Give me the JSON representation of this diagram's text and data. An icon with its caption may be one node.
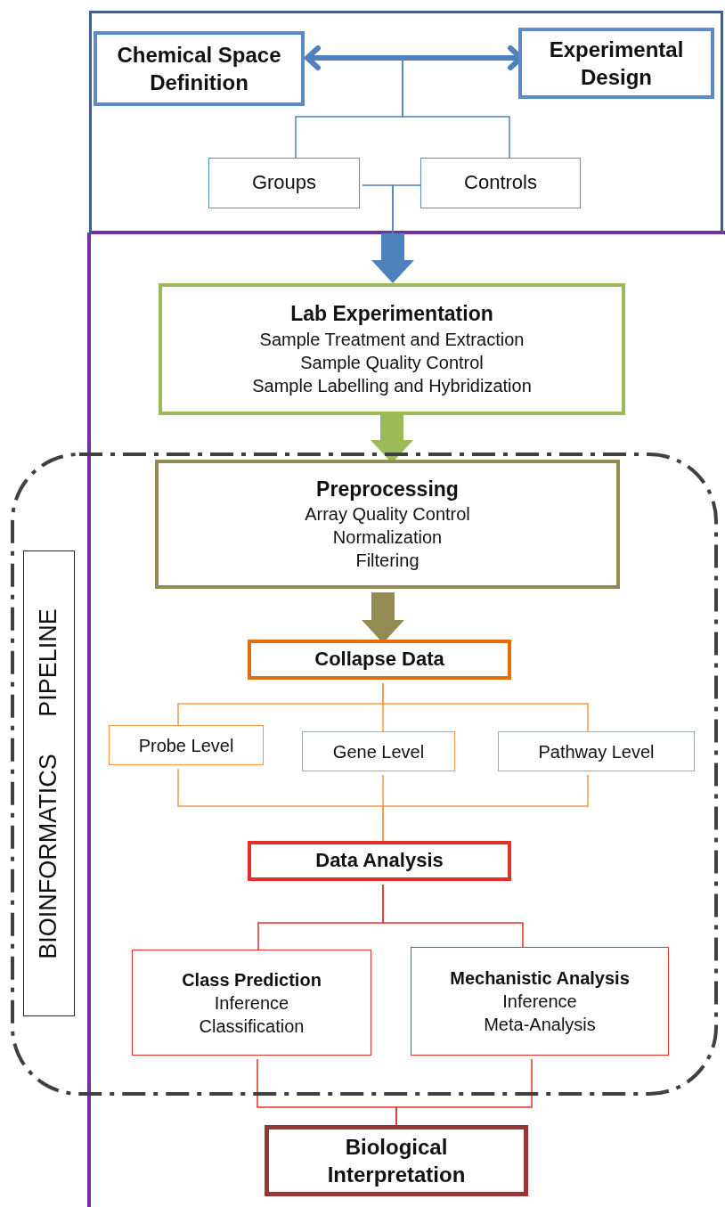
{
  "diagram": {
    "nodes": [
      {
        "text": [],
        "shape": "box"
      },
      {
        "text": [
          "Chemical Space Definition"
        ],
        "in": 0
      },
      {
        "text": [
          "Experimental Design"
        ],
        "in": 0
      },
      {
        "text": [
          "Groups"
        ],
        "in": 0
      },
      {
        "text": [
          "Controls"
        ],
        "in": 0
      },
      {
        "text": [
          "Lab Experimentation",
          "Sample Treatment and Extraction",
          "Sample Quality Control",
          "Sample Labelling and Hybridization"
        ]
      },
      {
        "text": [],
        "shape": "box"
      },
      {
        "text": [
          "BIOINFORMATICS PIPELINE"
        ],
        "in": 6
      },
      {
        "text": [
          "Preprocessing",
          "Array Quality Control",
          "Normalization",
          "Filtering"
        ],
        "in": 6
      },
      {
        "text": [
          "Collapse Data"
        ],
        "in": 6
      },
      {
        "text": [
          "Probe Level"
        ],
        "in": 6
      },
      {
        "text": [
          "Gene Level"
        ],
        "in": 6
      },
      {
        "text": [
          "Pathway Level"
        ],
        "in": 6
      },
      {
        "text": [
          "Data Analysis"
        ],
        "in": 6
      },
      {
        "text": [
          "Class Prediction",
          "Inference",
          "Classification"
        ],
        "in": 6
      },
      {
        "text": [
          "Mechanistic Analysis",
          "Inference",
          "Meta-Analysis"
        ],
        "in": 6
      },
      {
        "text": [
          "Biological Interpretation"
        ]
      }
    ],
    "edges": [
      {
        "from": 1,
        "to": 2,
        "arrow": "both",
        "style": "thick",
        "color": "#4f81bd"
      },
      {
        "from": null,
        "to": 3,
        "arrow": "none",
        "color": "#4f81bd"
      },
      {
        "from": null,
        "to": 4,
        "arrow": "none",
        "color": "#4f81bd"
      },
      {
        "from": 3,
        "to": 0,
        "arrow": "none",
        "color": "#4f81bd"
      },
      {
        "from": 4,
        "to": 0,
        "arrow": "none",
        "color": "#4f81bd"
      },
      {
        "from": 0,
        "to": 5,
        "arrow": "to",
        "style": "thick",
        "color": "#4f81bd"
      },
      {
        "from": 5,
        "to": 8,
        "arrow": "to",
        "style": "thick",
        "color": "#9bbb59"
      },
      {
        "from": 8,
        "to": 9,
        "arrow": "to",
        "style": "thick",
        "color": "#948a54"
      },
      {
        "from": 9,
        "to": 10,
        "arrow": "none",
        "color": "#f79646"
      },
      {
        "from": 9,
        "to": 11,
        "arrow": "none",
        "color": "#f79646"
      },
      {
        "from": 9,
        "to": 12,
        "arrow": "none",
        "color": "#f79646"
      },
      {
        "from": 10,
        "to": 13,
        "arrow": "none",
        "color": "#f79646"
      },
      {
        "from": 11,
        "to": 13,
        "arrow": "none",
        "color": "#f79646"
      },
      {
        "from": 12,
        "to": 13,
        "arrow": "none",
        "color": "#f79646"
      },
      {
        "from": 13,
        "to": 14,
        "arrow": "none",
        "color": "#e3302b"
      },
      {
        "from": 13,
        "to": 15,
        "arrow": "none",
        "color": "#e3302b"
      },
      {
        "from": 14,
        "to": 16,
        "arrow": "none",
        "color": "#e3302b"
      },
      {
        "from": 15,
        "to": 16,
        "arrow": "none",
        "color": "#e3302b"
      }
    ]
  }
}
